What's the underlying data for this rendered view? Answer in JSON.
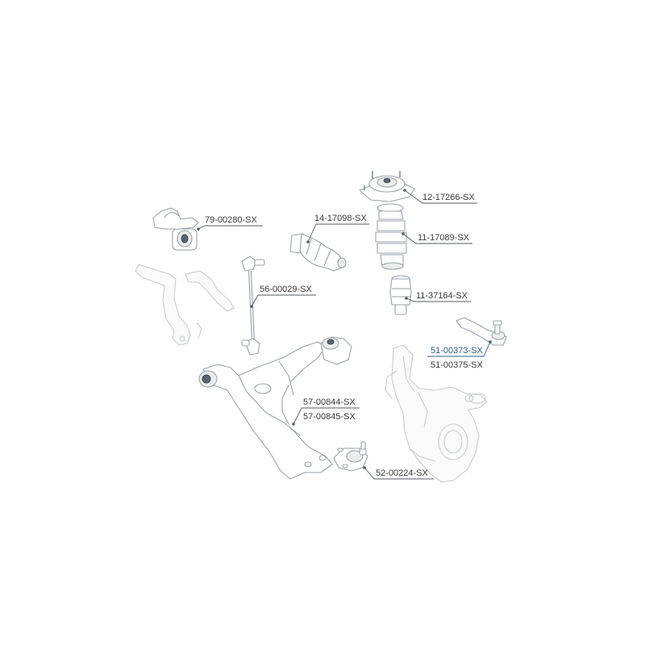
{
  "labels": {
    "strut_mount": "12-17266-SX",
    "stabilizer_bushing": "79-00280-SX",
    "rack_boot": "14-17098-SX",
    "strut_boot": "11-17089-SX",
    "stabilizer_link": "56-00029-SX",
    "bump_stop": "11-37164-SX",
    "tie_rod_end_a": "51-00373-SX",
    "tie_rod_end_b": "51-00375-SX",
    "control_arm_a": "57-00844-SX",
    "control_arm_b": "57-00845-SX",
    "ball_joint": "52-00224-SX"
  },
  "colors": {
    "label": "#3a3a3a",
    "highlight": "#2f5d8a",
    "outline": "#9aa2aa"
  }
}
